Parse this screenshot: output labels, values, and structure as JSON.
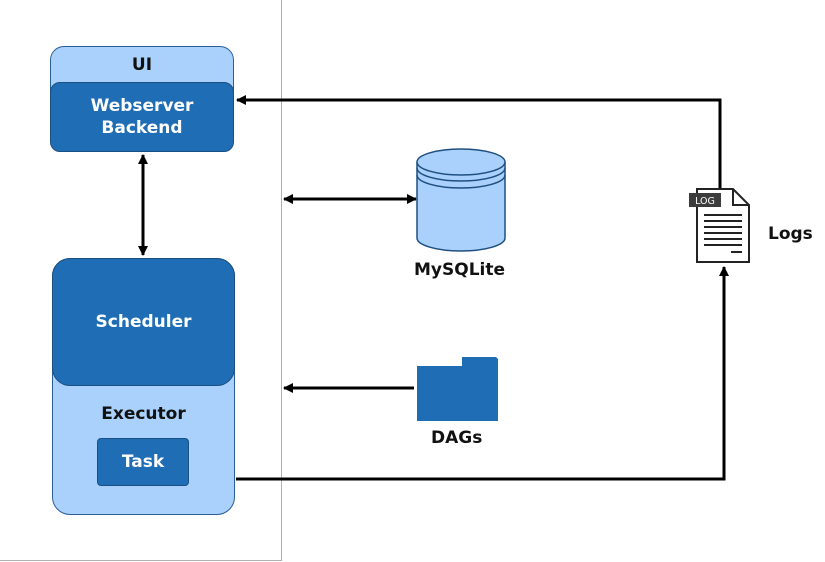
{
  "ui_box": {
    "title": "UI",
    "inner_label": "Webserver\nBackend"
  },
  "worker_box": {
    "scheduler_label": "Scheduler",
    "executor_label": "Executor",
    "task_label": "Task"
  },
  "database": {
    "label": "MySQLite"
  },
  "dags": {
    "label": "DAGs"
  },
  "logs": {
    "label": "Logs",
    "icon_text": "LOG"
  },
  "colors": {
    "dark_blue": "#1f6db4",
    "light_blue": "#a9d1fb",
    "arrow": "#000000"
  }
}
